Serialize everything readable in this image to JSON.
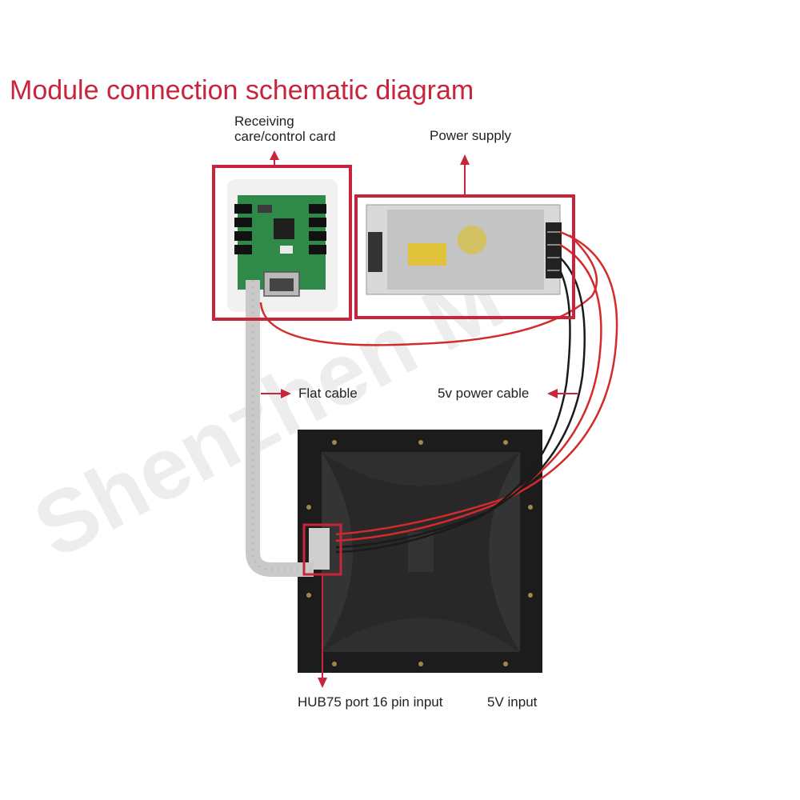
{
  "title": "Module connection schematic diagram",
  "watermark": "Shenzhen M",
  "labels": {
    "receiving_line1": "Receiving",
    "receiving_line2": "care/control card",
    "power_supply": "Power supply",
    "flat_cable": "Flat cable",
    "power_cable": "5v power cable",
    "hub75": "HUB75 port 16 pin input",
    "five_v_input": "5V input"
  },
  "colors": {
    "accent": "#c8243b",
    "pcb_green": "#2f8a4a",
    "module_black": "#1c1c1c",
    "psu_silver": "#d8d8d8",
    "wire_red": "#d32a2a",
    "wire_black": "#1a1a1a",
    "flat_cable": "#c9c9c9"
  }
}
